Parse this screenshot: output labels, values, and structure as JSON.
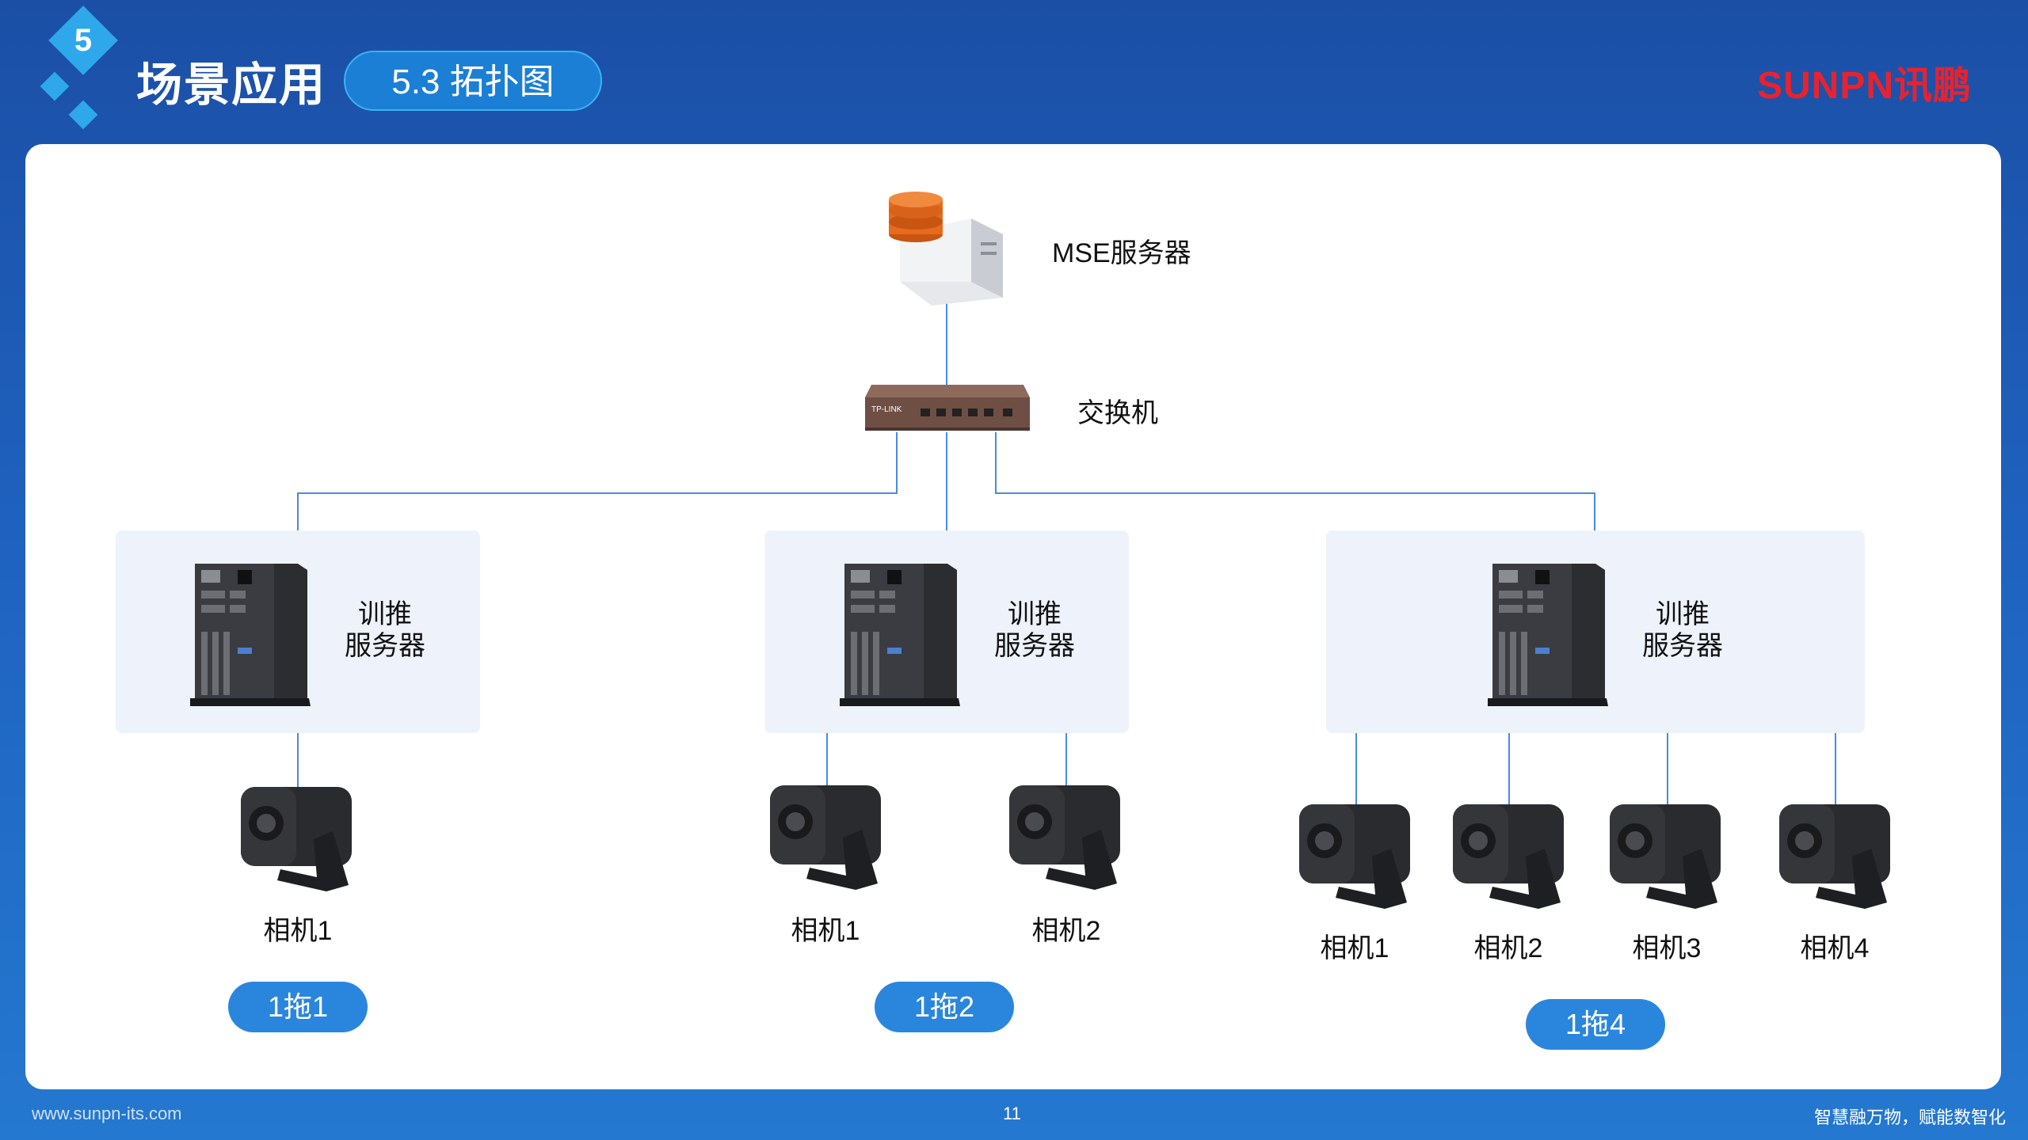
{
  "header": {
    "section_number": "5",
    "title": "场景应用",
    "subtitle": "5.3 拓扑图",
    "logo": "SUNPN讯鹏"
  },
  "diagram": {
    "mse_server_label": "MSE服务器",
    "switch_label": "交换机",
    "switch_brand": "TP-LINK",
    "groups": [
      {
        "server_label_line1": "训推",
        "server_label_line2": "服务器",
        "cameras": [
          "相机1"
        ],
        "tag": "1拖1"
      },
      {
        "server_label_line1": "训推",
        "server_label_line2": "服务器",
        "cameras": [
          "相机1",
          "相机2"
        ],
        "tag": "1拖2"
      },
      {
        "server_label_line1": "训推",
        "server_label_line2": "服务器",
        "cameras": [
          "相机1",
          "相机2",
          "相机3",
          "相机4"
        ],
        "tag": "1拖4"
      }
    ]
  },
  "footer": {
    "website": "www.sunpn-its.com",
    "page_number": "11",
    "slogan": "智慧融万物，赋能数智化"
  }
}
